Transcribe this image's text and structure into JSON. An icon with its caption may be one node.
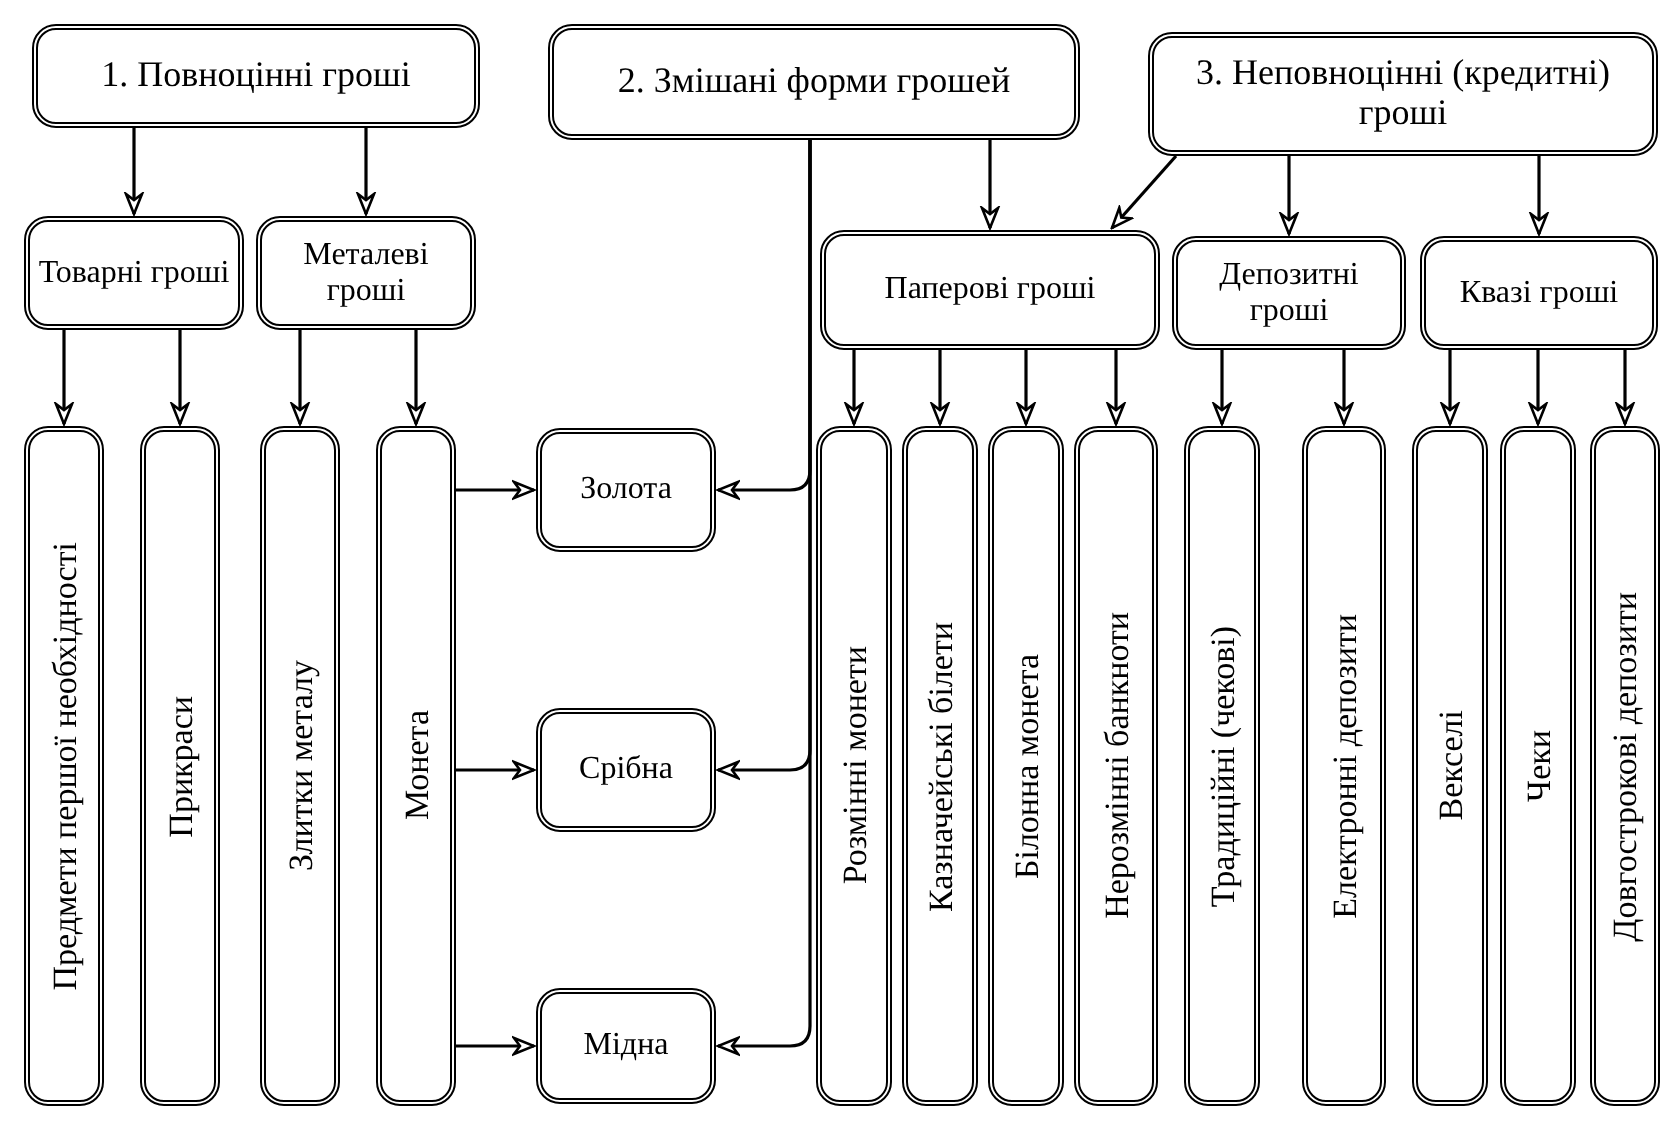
{
  "diagram": {
    "nodes": [
      {
        "text": [
          "1. Повноцінні гроші"
        ]
      },
      {
        "text": [
          "2. Змішані форми грошей"
        ]
      },
      {
        "text": [
          "3. Неповноцінні (кредитні) гроші"
        ]
      },
      {
        "text": [
          "Товарні гроші"
        ]
      },
      {
        "text": [
          "Металеві гроші"
        ]
      },
      {
        "text": [
          "Паперові гроші"
        ]
      },
      {
        "text": [
          "Депозитні гроші"
        ]
      },
      {
        "text": [
          "Квазі гроші"
        ]
      },
      {
        "text": [
          "Предмети першої необхідності"
        ]
      },
      {
        "text": [
          "Прикраси"
        ]
      },
      {
        "text": [
          "Злитки металу"
        ]
      },
      {
        "text": [
          "Монета"
        ]
      },
      {
        "text": [
          "Золота"
        ]
      },
      {
        "text": [
          "Срібна"
        ]
      },
      {
        "text": [
          "Мідна"
        ]
      },
      {
        "text": [
          "Розмінні монети"
        ]
      },
      {
        "text": [
          "Казначейські білети"
        ]
      },
      {
        "text": [
          "Білонна монета"
        ]
      },
      {
        "text": [
          "Нерозмінні банкноти"
        ]
      },
      {
        "text": [
          "Традиційні (чекові)"
        ]
      },
      {
        "text": [
          "Електронні депозити"
        ]
      },
      {
        "text": [
          "Векселі"
        ]
      },
      {
        "text": [
          "Чеки"
        ]
      },
      {
        "text": [
          "Довгострокові депозити"
        ]
      }
    ],
    "edges": [
      {
        "from": 0,
        "to": 3,
        "arrow": "to"
      },
      {
        "from": 0,
        "to": 4,
        "arrow": "to"
      },
      {
        "from": 1,
        "to": 5,
        "arrow": "to"
      },
      {
        "from": 2,
        "to": 5,
        "arrow": "to"
      },
      {
        "from": 2,
        "to": 6,
        "arrow": "to"
      },
      {
        "from": 2,
        "to": 7,
        "arrow": "to"
      },
      {
        "from": 1,
        "to": 12,
        "arrow": "to"
      },
      {
        "from": 1,
        "to": 13,
        "arrow": "to"
      },
      {
        "from": 1,
        "to": 14,
        "arrow": "to"
      },
      {
        "from": 3,
        "to": 8,
        "arrow": "to"
      },
      {
        "from": 3,
        "to": 9,
        "arrow": "to"
      },
      {
        "from": 4,
        "to": 10,
        "arrow": "to"
      },
      {
        "from": 4,
        "to": 11,
        "arrow": "to"
      },
      {
        "from": 11,
        "to": 12,
        "arrow": "to"
      },
      {
        "from": 11,
        "to": 13,
        "arrow": "to"
      },
      {
        "from": 11,
        "to": 14,
        "arrow": "to"
      },
      {
        "from": 5,
        "to": 15,
        "arrow": "to"
      },
      {
        "from": 5,
        "to": 16,
        "arrow": "to"
      },
      {
        "from": 5,
        "to": 17,
        "arrow": "to"
      },
      {
        "from": 5,
        "to": 18,
        "arrow": "to"
      },
      {
        "from": 6,
        "to": 19,
        "arrow": "to"
      },
      {
        "from": 6,
        "to": 20,
        "arrow": "to"
      },
      {
        "from": 7,
        "to": 21,
        "arrow": "to"
      },
      {
        "from": 7,
        "to": 22,
        "arrow": "to"
      },
      {
        "from": 7,
        "to": 23,
        "arrow": "to"
      }
    ]
  }
}
